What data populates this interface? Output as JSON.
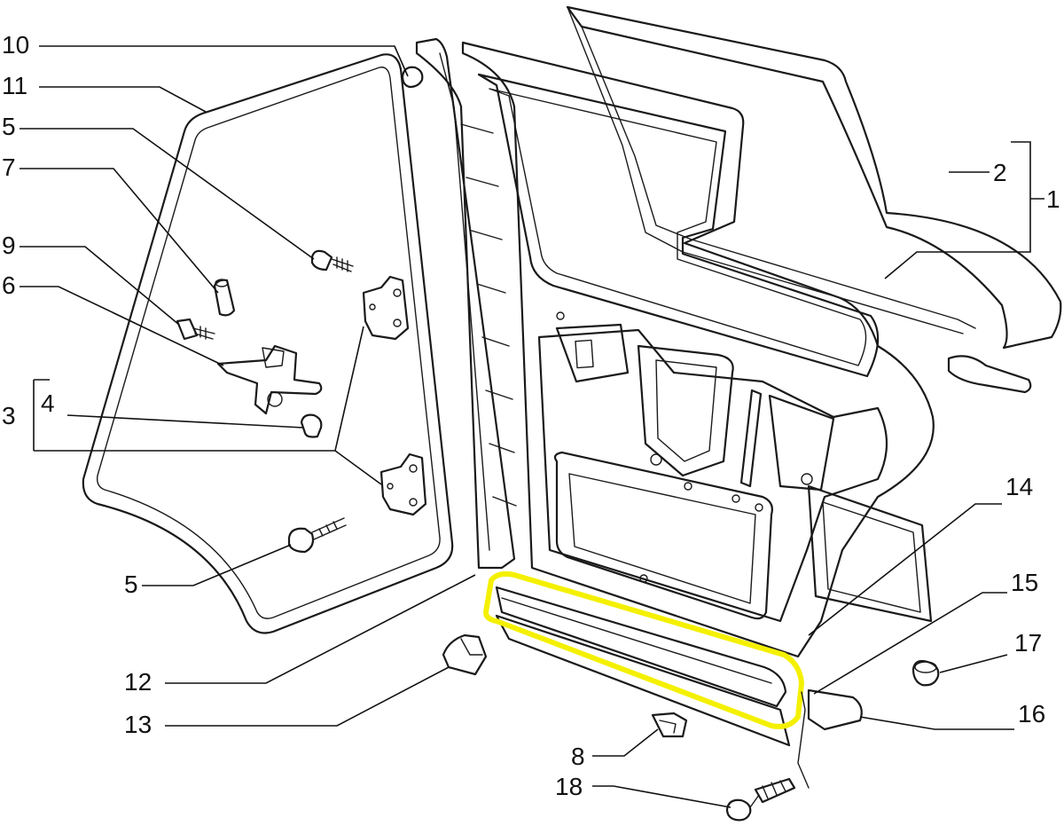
{
  "diagram": {
    "callouts": [
      {
        "id": "c10",
        "text": "10"
      },
      {
        "id": "c11",
        "text": "11"
      },
      {
        "id": "c5a",
        "text": "5"
      },
      {
        "id": "c7",
        "text": "7"
      },
      {
        "id": "c9",
        "text": "9"
      },
      {
        "id": "c6",
        "text": "6"
      },
      {
        "id": "c3",
        "text": "3"
      },
      {
        "id": "c4",
        "text": "4"
      },
      {
        "id": "c5b",
        "text": "5"
      },
      {
        "id": "c12",
        "text": "12"
      },
      {
        "id": "c13",
        "text": "13"
      },
      {
        "id": "c2",
        "text": "2"
      },
      {
        "id": "c1",
        "text": "1"
      },
      {
        "id": "c14",
        "text": "14"
      },
      {
        "id": "c15",
        "text": "15"
      },
      {
        "id": "c17",
        "text": "17"
      },
      {
        "id": "c16",
        "text": "16"
      },
      {
        "id": "c8",
        "text": "8"
      },
      {
        "id": "c18",
        "text": "18"
      }
    ],
    "colors": {
      "line": "#1a1a1a",
      "part_fill": "#f6f0dc",
      "highlight": "#f4f000",
      "background": "#ffffff"
    }
  }
}
